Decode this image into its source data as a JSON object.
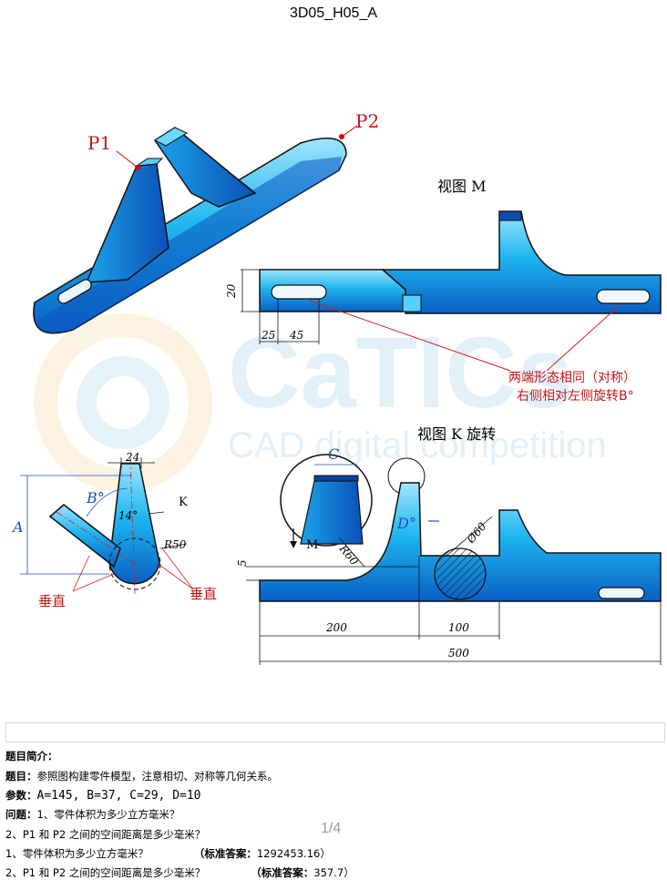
{
  "doc_title": "3D05_H05_A",
  "drawing": {
    "label_p1": "P1",
    "label_p2": "P2",
    "view_m_title": "视图 M",
    "view_k_title": "视图 K 旋转",
    "note_line1": "两端形态相同（对称）",
    "note_line2": "右侧相对左侧旋转B°",
    "dim_20": "20",
    "dim_25": "25",
    "dim_45": "45",
    "dim_24": "24",
    "dim_a": "A",
    "dim_b": "B°",
    "dim_14": "14°",
    "dim_r50": "R50",
    "dim_k": "K",
    "label_perp_left": "垂直",
    "label_perp_right": "垂直",
    "dim_c": "C",
    "dim_d": "D°",
    "dim_m": "M",
    "dim_r60": "R60",
    "dim_phi60": "Ø60",
    "dim_5": "5",
    "dim_200": "200",
    "dim_100": "100",
    "dim_500": "500",
    "watermark_main": "CaTICs",
    "watermark_sub": "CAD digital competition"
  },
  "text": {
    "intro_label": "题目简介：",
    "topic_label": "题目：",
    "topic_text": "参照图构建零件模型，注意相切、对称等几何关系。",
    "params_label": "参数：",
    "params_text": "A=145, B=37, C=29, D=10",
    "question_label": "问题：",
    "question1": "1、零件体积为多少立方毫米？",
    "question2": "2、P1 和 P2 之间的空间距离是多少毫米？",
    "answer1_question": "1、零件体积为多少立方毫米？",
    "answer1_label": "（标准答案：",
    "answer1_value": "1292453.16",
    "answer1_close": "）",
    "answer2_question": "2、P1 和 P2 之间的空间距离是多少毫米？",
    "answer2_label": "（标准答案：",
    "answer2_value": "357.7",
    "answer2_close": "）",
    "page_number": "1/4"
  }
}
